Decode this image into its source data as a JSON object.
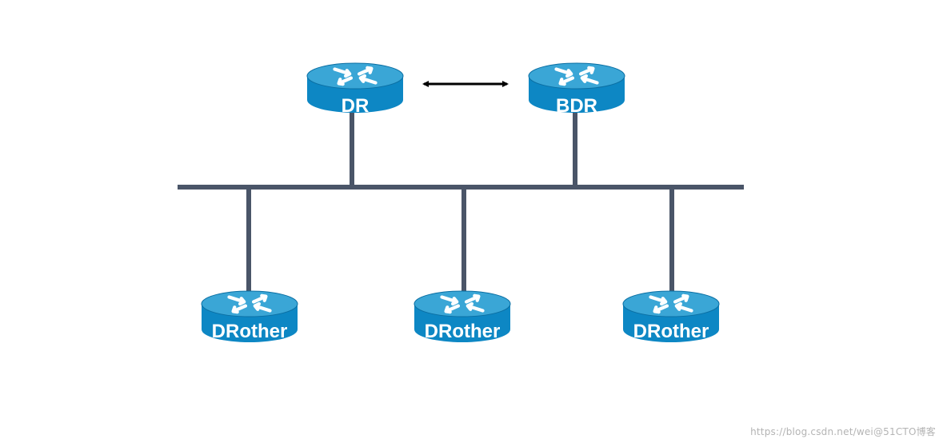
{
  "diagram": {
    "routers": {
      "dr": {
        "label": "DR"
      },
      "bdr": {
        "label": "BDR"
      },
      "drother_1": {
        "label": "DRother"
      },
      "drother_2": {
        "label": "DRother"
      },
      "drother_3": {
        "label": "DRother"
      }
    },
    "watermark": "https://blog.csdn.net/wei@51CTO博客"
  },
  "colors": {
    "bus": "#4a5568",
    "router_top": "#3aa6d6",
    "router_side": "#0d87c4",
    "router_edge": "#0b6fa3",
    "arrow": "#000000"
  }
}
